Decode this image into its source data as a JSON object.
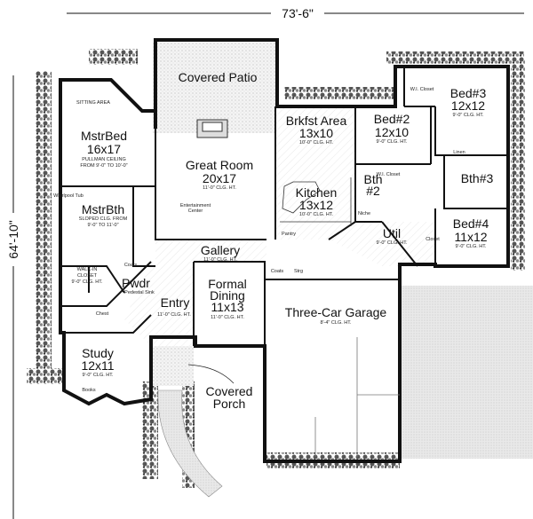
{
  "dimensions": {
    "width": "73'-6\"",
    "depth": "64'-10\""
  },
  "rooms": {
    "patio": {
      "name": "Covered Patio"
    },
    "mstr_bed": {
      "name": "MstrBed",
      "size": "16x17",
      "note1": "PULLMAN CEILING",
      "note2": "FROM 9'-0\" TO 10'-0\"",
      "sitting": "SITTING AREA"
    },
    "great_room": {
      "name": "Great Room",
      "size": "20x17",
      "note": "11'-0\" CLG. HT.",
      "ent": "Entertainment",
      "ent2": "Center"
    },
    "brkfst": {
      "name": "Brkfst Area",
      "size": "13x10",
      "note": "10'-0\" CLG. HT."
    },
    "kitchen": {
      "name": "Kitchen",
      "size": "13x12",
      "note": "10'-0\" CLG. HT.",
      "pantry": "Pantry"
    },
    "bed2": {
      "name": "Bed#2",
      "size": "12x10",
      "note": "9'-0\" CLG. HT.",
      "closet": "W.I. Closet"
    },
    "bed3": {
      "name": "Bed#3",
      "size": "12x12",
      "note": "9'-0\" CLG. HT.",
      "closet": "W.I. Closet"
    },
    "bth2": {
      "name1": "Bth",
      "name2": "#2",
      "niche": "Niche"
    },
    "bth3": {
      "name": "Bth#3",
      "linen": "Linen"
    },
    "bed4": {
      "name": "Bed#4",
      "size": "11x12",
      "note": "9'-0\" CLG. HT.",
      "closet": "Closet"
    },
    "util": {
      "name": "Util",
      "note": "9'-0\" CLG. HT."
    },
    "mstr_bth": {
      "name": "MstrBth",
      "note1": "SLOPED CLG. FROM",
      "note2": "9'-0\" TO 11'-0\"",
      "tub": "Whirlpool Tub"
    },
    "closet": {
      "name1": "WALK-IN",
      "name2": "CLOSET",
      "note": "9'-0\" CLG. HT.",
      "chest": "Chest"
    },
    "pwdr": {
      "name": "Pwdr",
      "coats": "Coats",
      "sink": "Pedestal Sink"
    },
    "gallery": {
      "name": "Gallery",
      "note": "11'-0\" CLG. HT.",
      "coats": "Coats",
      "strg": "Strg"
    },
    "entry": {
      "name": "Entry",
      "note": "11'-0\" CLG. HT."
    },
    "dining": {
      "name1": "Formal",
      "name2": "Dining",
      "size": "11x13",
      "note": "11'-0\" CLG. HT."
    },
    "garage": {
      "name": "Three-Car Garage",
      "note": "8'-4\" CLG. HT."
    },
    "study": {
      "name": "Study",
      "size": "12x11",
      "note": "9'-0\" CLG. HT.",
      "books": "Books"
    },
    "porch": {
      "name1": "Covered",
      "name2": "Porch"
    }
  }
}
